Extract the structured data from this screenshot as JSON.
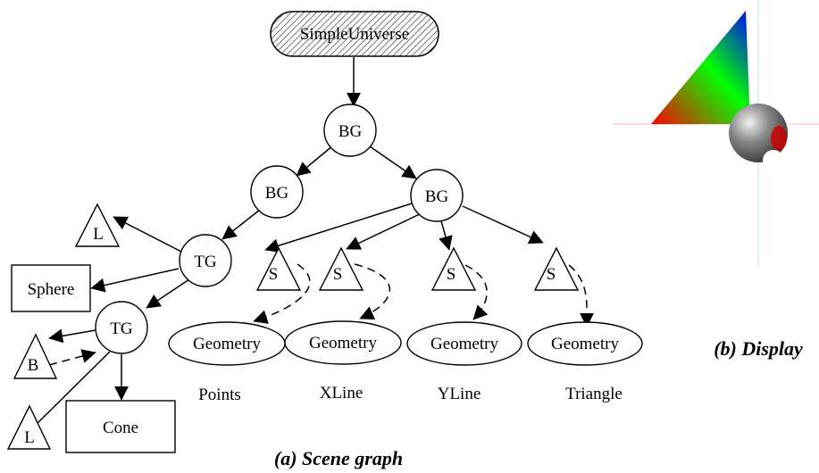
{
  "diagram": {
    "root_label": "SimpleUniverse",
    "bg_root": "BG",
    "bg_left": "BG",
    "bg_right": "BG",
    "tg_upper": "TG",
    "tg_lower": "TG",
    "light_upper": "L",
    "light_lower": "L",
    "behavior": "B",
    "sphere": "Sphere",
    "cone": "Cone",
    "shapes": [
      "S",
      "S",
      "S",
      "S"
    ],
    "geometries": [
      "Geometry",
      "Geometry",
      "Geometry",
      "Geometry"
    ],
    "geometry_captions": [
      "Points",
      "XLine",
      "YLine",
      "Triangle"
    ]
  },
  "captions": {
    "scene_graph": "(a) Scene graph",
    "display": "(b) Display"
  },
  "display": {
    "triangle_colors": [
      "#ff0000",
      "#00ff00",
      "#0000ff"
    ],
    "sphere_colors": [
      "#f0f0f0",
      "#888888",
      "#333333"
    ],
    "sphere_spot": "#cc0000",
    "axis_colors": [
      "#ffd0d0",
      "#d8f0d8"
    ]
  }
}
